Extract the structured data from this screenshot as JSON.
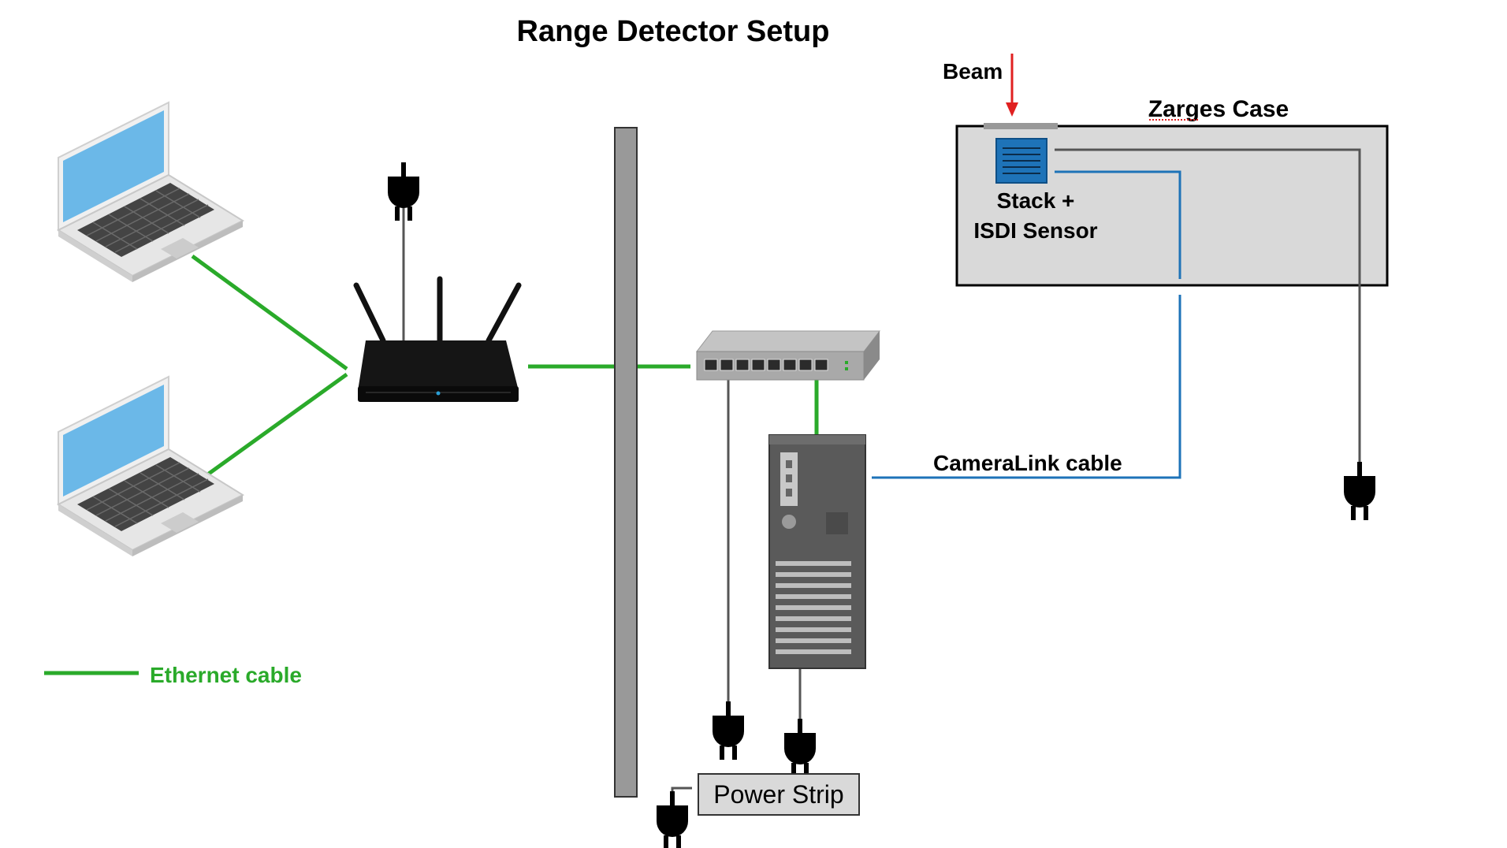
{
  "title": "Range Detector Setup",
  "labels": {
    "beam": "Beam",
    "case": "Zarges Case",
    "sensor_line1": "Stack +",
    "sensor_line2": "ISDI Sensor",
    "cameralink": "CameraLink cable",
    "legend_ethernet": "Ethernet cable",
    "power_strip": "Power Strip"
  },
  "colors": {
    "ethernet": "#2aaa2a",
    "cameralink": "#1e73b8",
    "power_cable": "#555555",
    "beam": "#e02020",
    "case_fill": "#d9d9d9",
    "wall": "#999999"
  },
  "icons": [
    "laptop-icon",
    "router-icon",
    "network-switch-icon",
    "pc-tower-icon",
    "power-plug-icon",
    "sensor-stack-icon"
  ]
}
